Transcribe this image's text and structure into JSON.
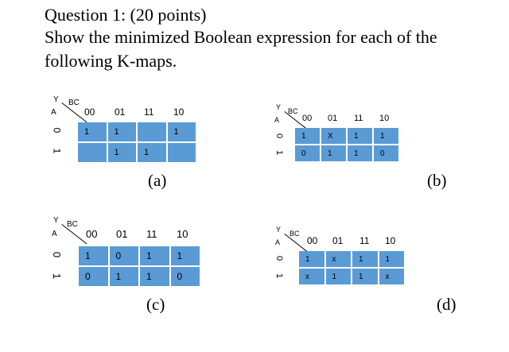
{
  "question": {
    "title": "Question 1: (20 points)",
    "text": "Show the minimized Boolean expression for each of the following K-maps."
  },
  "kmap_axes": {
    "row_var": "A",
    "col_var": "BC",
    "corner_y": "Y",
    "col_labels": [
      "00",
      "01",
      "11",
      "10"
    ],
    "row_labels": [
      "0",
      "1"
    ]
  },
  "kmaps": [
    {
      "label": "(a)",
      "rows": [
        [
          "1",
          "1",
          "",
          "1"
        ],
        [
          "",
          "1",
          "1",
          ""
        ]
      ]
    },
    {
      "label": "(b)",
      "rows": [
        [
          "1",
          "X",
          "1",
          "1"
        ],
        [
          "0",
          "1",
          "1",
          "0"
        ]
      ]
    },
    {
      "label": "(c)",
      "rows": [
        [
          "1",
          "0",
          "1",
          "1"
        ],
        [
          "0",
          "1",
          "1",
          "0"
        ]
      ]
    },
    {
      "label": "(d)",
      "rows": [
        [
          "1",
          "x",
          "1",
          "1"
        ],
        [
          "x",
          "1",
          "1",
          "x"
        ]
      ]
    }
  ]
}
